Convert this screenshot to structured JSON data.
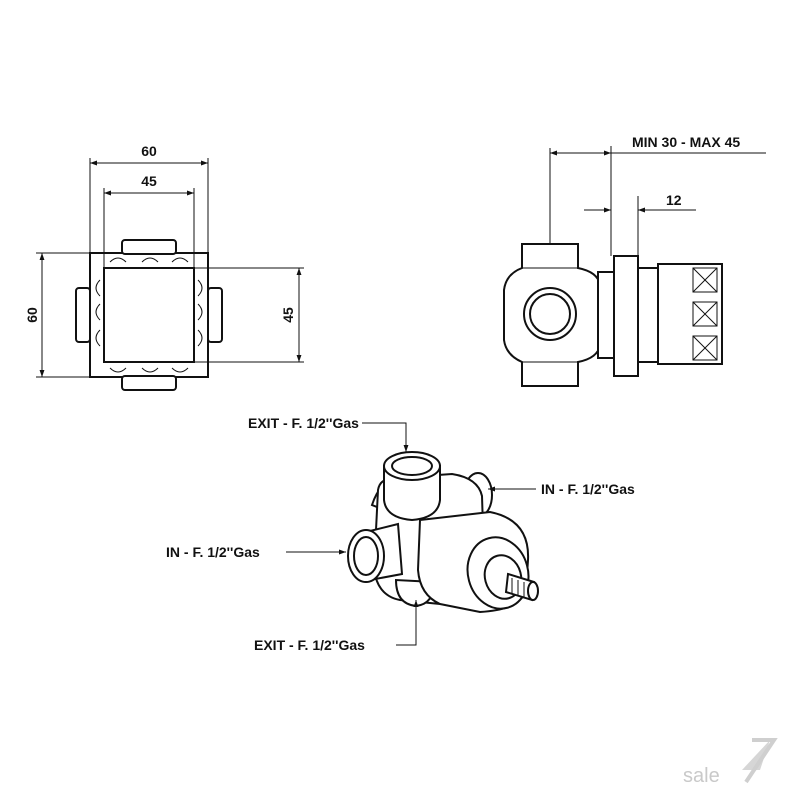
{
  "front_view": {
    "dim_width_outer": "60",
    "dim_width_inner": "45",
    "dim_height_outer": "60",
    "dim_height_inner": "45"
  },
  "side_view": {
    "dim_range": "MIN 30 - MAX 45",
    "dim_plate": "12"
  },
  "iso_view": {
    "label_exit_top": "EXIT - F. 1/2''Gas",
    "label_in_right": "IN - F. 1/2''Gas",
    "label_in_left": "IN - F. 1/2''Gas",
    "label_exit_bottom": "EXIT - F. 1/2''Gas"
  },
  "watermark": {
    "text": "sale"
  }
}
